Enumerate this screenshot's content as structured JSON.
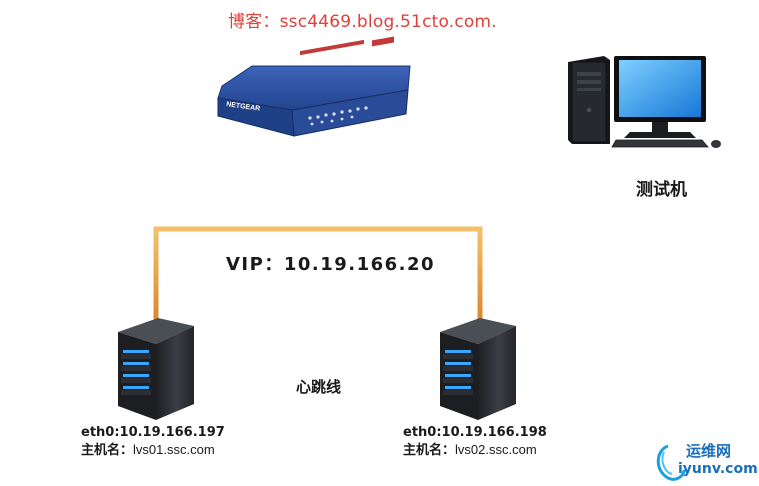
{
  "header": {
    "blog_text": "博客：ssc4469.blog.51cto.com."
  },
  "vip": {
    "label": "VIP：10.19.166.20"
  },
  "heartbeat": {
    "label": "心跳线"
  },
  "test_machine": {
    "label": "测试机"
  },
  "router": {
    "brand": "NETGEAR"
  },
  "servers": [
    {
      "eth": "eth0:10.19.166.197",
      "host_label": "主机名：",
      "host": "lvs01.ssc.com"
    },
    {
      "eth": "eth0:10.19.166.198",
      "host_label": "主机名：",
      "host": "lvs02.ssc.com"
    }
  ],
  "watermark": {
    "brand": "运维网",
    "site": "iyunv.com"
  },
  "colors": {
    "cable": "#f0a23c",
    "server": "#2b2e33",
    "router": "#2b4f9e",
    "led": "#3aa7ff",
    "blog_text": "#e0403a"
  }
}
